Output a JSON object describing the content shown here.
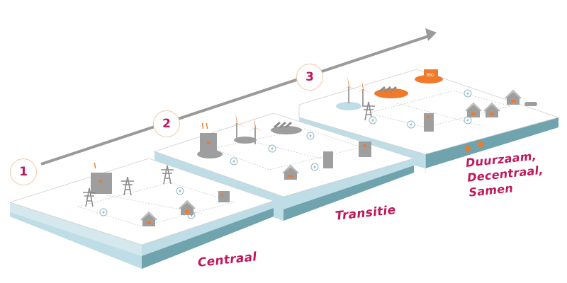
{
  "steps": [
    {
      "number": "1",
      "label": "Centraal"
    },
    {
      "number": "2",
      "label": "Transitie"
    },
    {
      "number": "3",
      "label_lines": [
        "Duurzaam,",
        "Decentraal,",
        "Samen"
      ]
    }
  ],
  "bio_label": "BIO",
  "colors": {
    "accent_text": "#c0185a",
    "orange": "#f07a2a",
    "gray_icon": "#8c8c8c",
    "platform_top": "#ffffff",
    "platform_side_light": "#bfdde6",
    "platform_side_dark": "#6fa3ae",
    "arrow": "#9a9a9a"
  }
}
